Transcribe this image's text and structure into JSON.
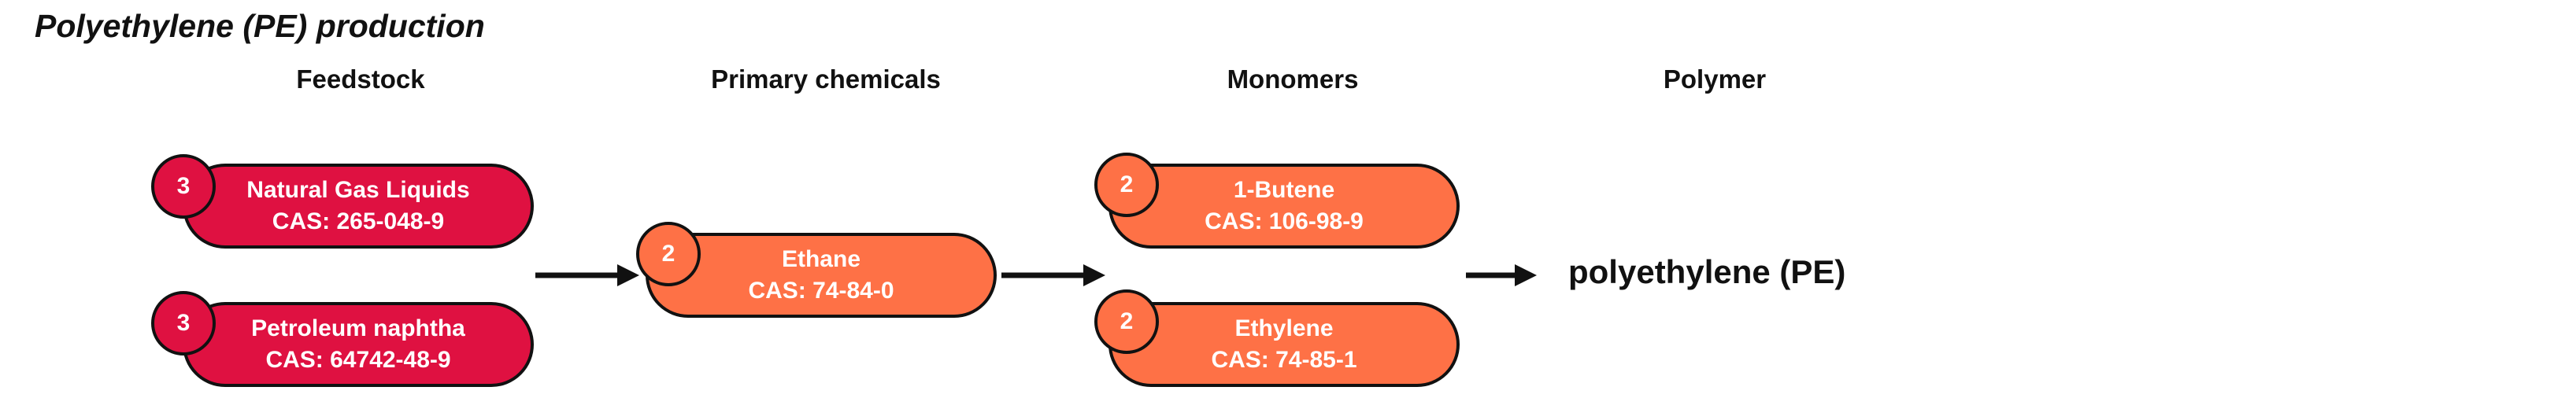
{
  "title": "Polyethylene (PE) production",
  "columns": {
    "feedstock": "Feedstock",
    "primary": "Primary chemicals",
    "monomers": "Monomers",
    "polymer": "Polymer"
  },
  "nodes": {
    "ngl": {
      "badge": "3",
      "name": "Natural Gas Liquids",
      "cas": "CAS: 265-048-9"
    },
    "naphtha": {
      "badge": "3",
      "name": "Petroleum naphtha",
      "cas": "CAS: 64742-48-9"
    },
    "ethane": {
      "badge": "2",
      "name": "Ethane",
      "cas": "CAS:  74-84-0"
    },
    "butene": {
      "badge": "2",
      "name": "1-Butene",
      "cas": "CAS: 106-98-9"
    },
    "ethylene": {
      "badge": "2",
      "name": "Ethylene",
      "cas": "CAS: 74-85-1"
    }
  },
  "polymer_product": "polyethylene (PE)",
  "colors": {
    "feedstock_fill": "#df1141",
    "chemical_fill": "#fe7146",
    "outline": "#111111"
  },
  "icons": {
    "flow": "right-arrow-icon"
  }
}
